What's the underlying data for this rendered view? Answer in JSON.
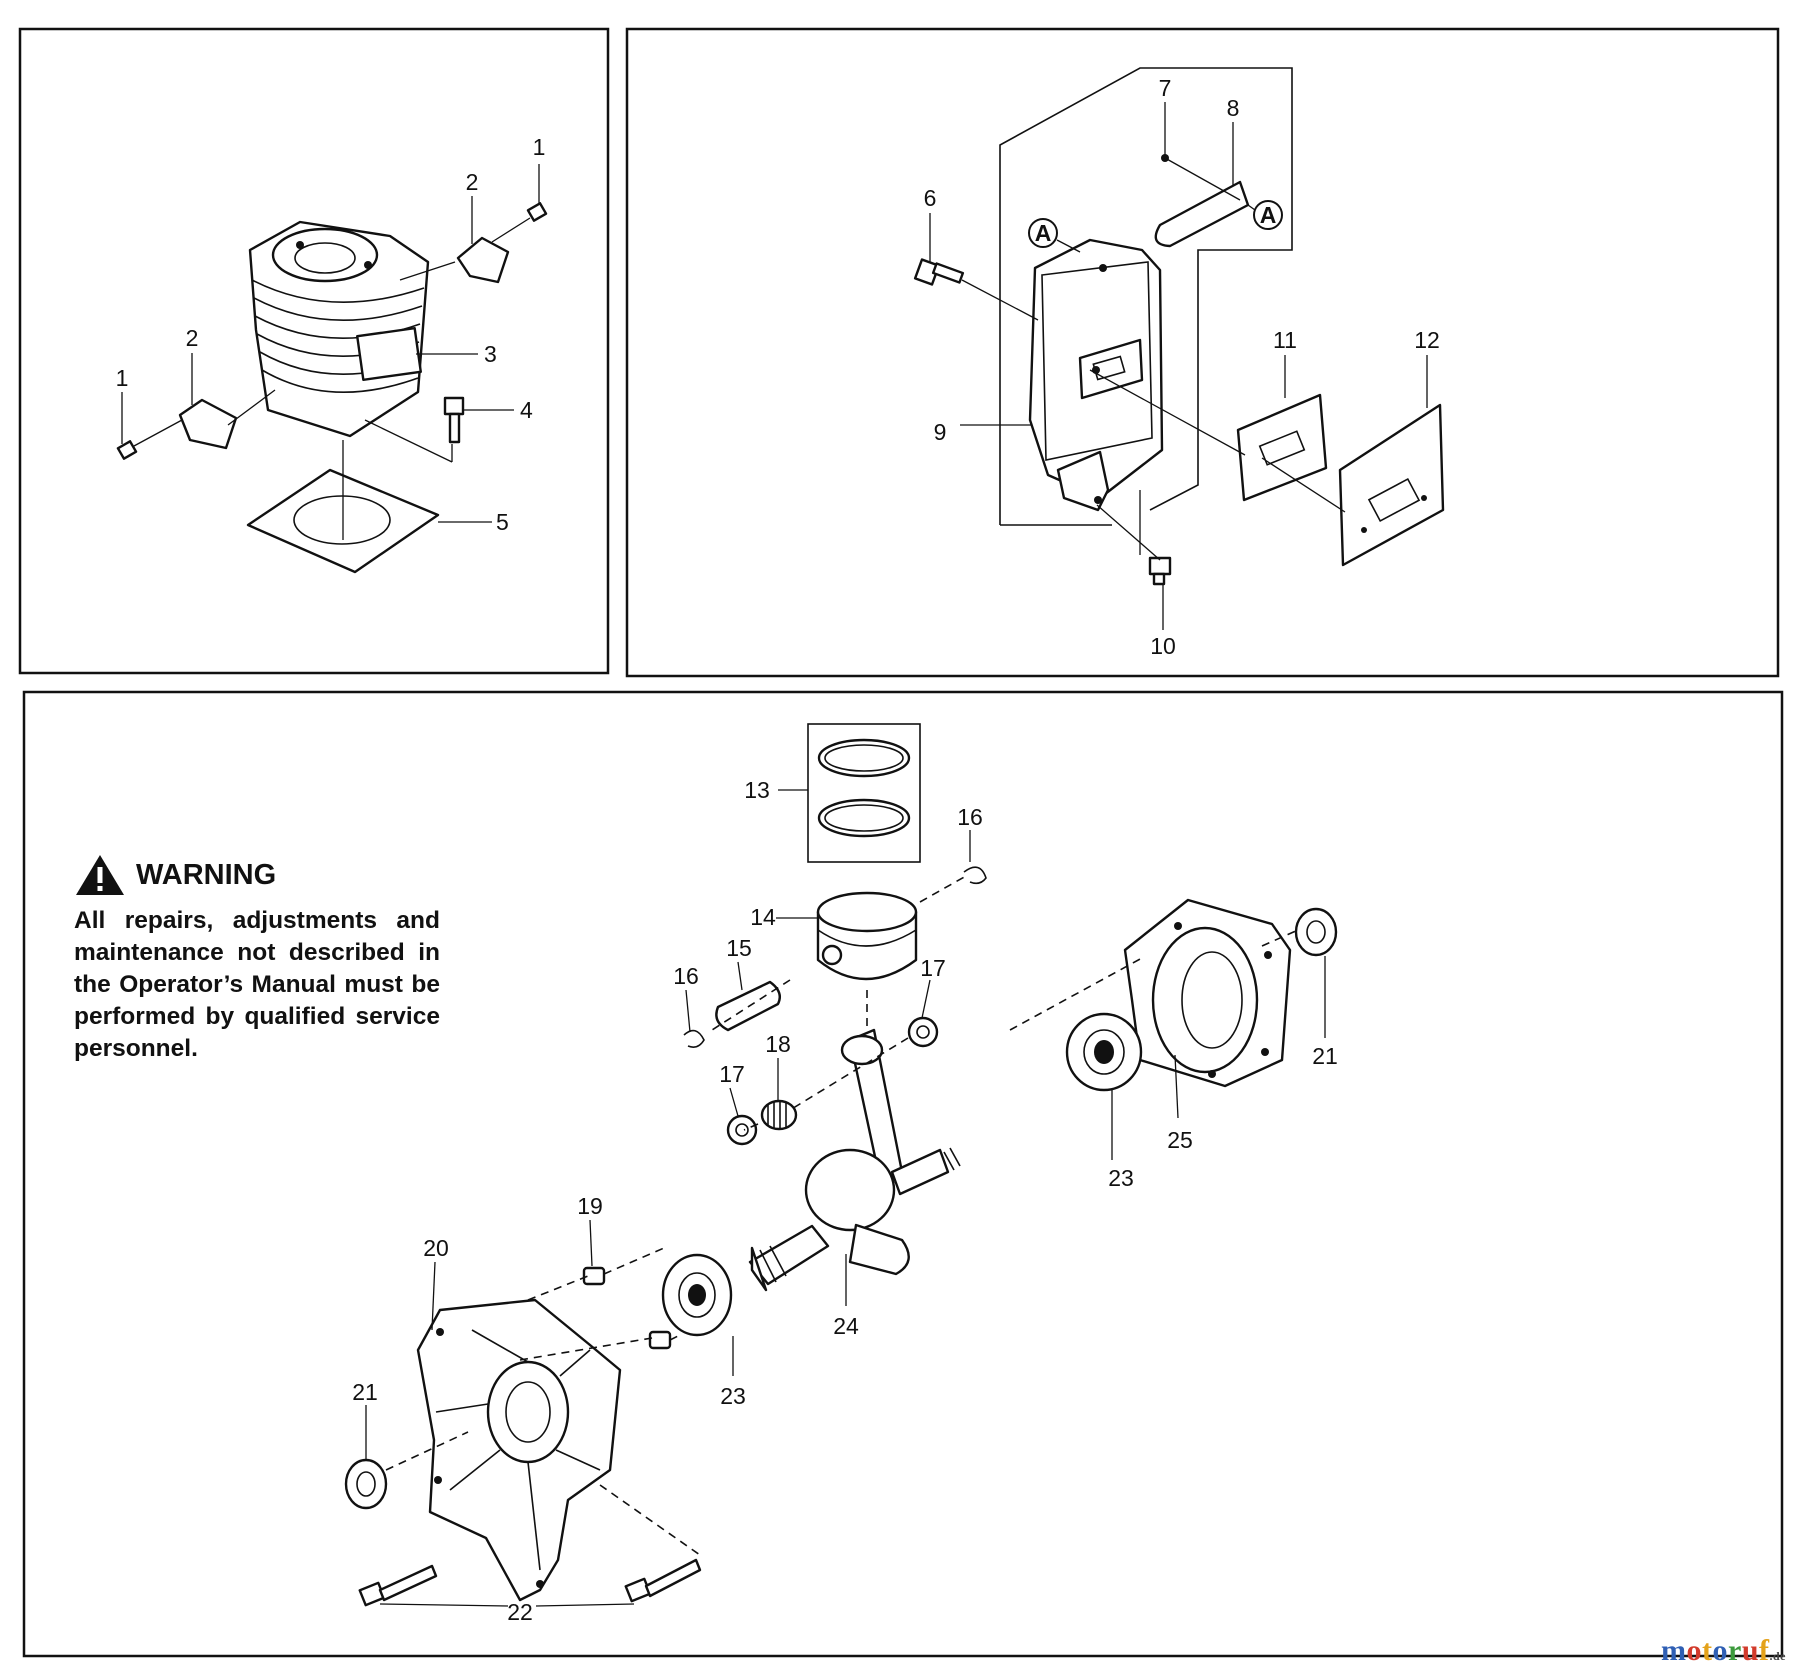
{
  "warning": {
    "heading": "WARNING",
    "body": "All repairs, adjustments and maintenance not described in the Operator’s Manual must be performed by qualified service personnel."
  },
  "watermark": {
    "text": "motoruf",
    "suffix": ".de",
    "colors": [
      "#2f5fb4",
      "#d23a2b",
      "#e4a21b",
      "#2f5fb4",
      "#3c9a3c",
      "#d23a2b",
      "#e4a21b"
    ]
  },
  "panels": {
    "cylinder": {
      "callouts": [
        {
          "id": "cyl-1-top",
          "label": "1"
        },
        {
          "id": "cyl-2-top",
          "label": "2"
        },
        {
          "id": "cyl-2-left",
          "label": "2"
        },
        {
          "id": "cyl-1-left",
          "label": "1"
        },
        {
          "id": "cyl-3",
          "label": "3"
        },
        {
          "id": "cyl-4",
          "label": "4"
        },
        {
          "id": "cyl-5",
          "label": "5"
        }
      ]
    },
    "muffler": {
      "callouts": [
        {
          "id": "muf-6",
          "label": "6"
        },
        {
          "id": "muf-7",
          "label": "7"
        },
        {
          "id": "muf-8",
          "label": "8"
        },
        {
          "id": "muf-9",
          "label": "9"
        },
        {
          "id": "muf-10",
          "label": "10"
        },
        {
          "id": "muf-11",
          "label": "11"
        },
        {
          "id": "muf-12",
          "label": "12"
        }
      ],
      "markers": [
        "A",
        "A"
      ]
    },
    "crankcase": {
      "callouts": [
        {
          "id": "crk-13",
          "label": "13"
        },
        {
          "id": "crk-14",
          "label": "14"
        },
        {
          "id": "crk-15",
          "label": "15"
        },
        {
          "id": "crk-16-right",
          "label": "16"
        },
        {
          "id": "crk-16-left",
          "label": "16"
        },
        {
          "id": "crk-17-right",
          "label": "17"
        },
        {
          "id": "crk-17-left",
          "label": "17"
        },
        {
          "id": "crk-18",
          "label": "18"
        },
        {
          "id": "crk-19",
          "label": "19"
        },
        {
          "id": "crk-20",
          "label": "20"
        },
        {
          "id": "crk-21-left",
          "label": "21"
        },
        {
          "id": "crk-21-right",
          "label": "21"
        },
        {
          "id": "crk-22",
          "label": "22"
        },
        {
          "id": "crk-23-mid",
          "label": "23"
        },
        {
          "id": "crk-23-right",
          "label": "23"
        },
        {
          "id": "crk-24",
          "label": "24"
        },
        {
          "id": "crk-25",
          "label": "25"
        }
      ]
    }
  }
}
